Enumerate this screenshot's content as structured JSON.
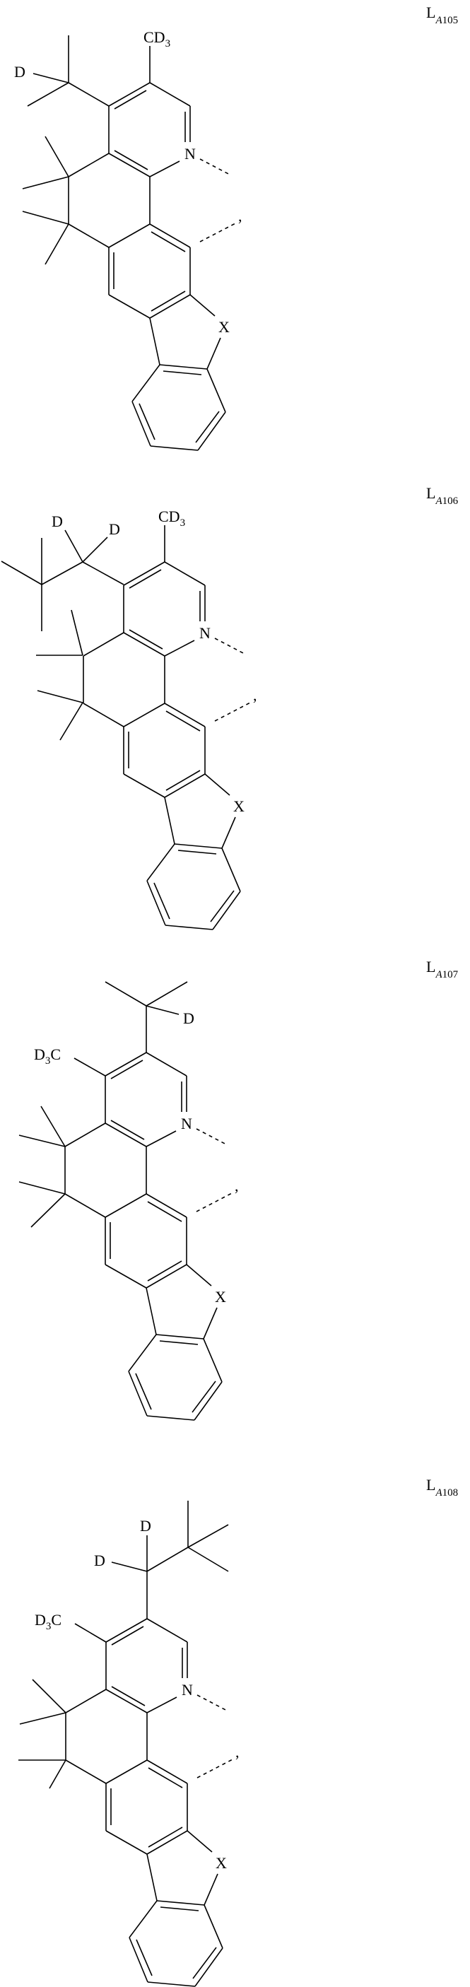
{
  "figure": {
    "type": "chemical-structures",
    "description": "Four deuterated ligand structures (tetramethyl-dihydro benzo-fused aza-aromatic with X heteroatom), each with a coordination bond from N and a cyclometalation bond",
    "ligands": [
      {
        "label_main": "L",
        "label_sub_italic": "A",
        "label_sub_number": "105",
        "substituent_pos3": "CD3",
        "substituent_pos3_text": {
          "main": "CD",
          "sub": "3"
        },
        "substituent_pos4": "isopropyl-d1",
        "substituent_pos4_text": "D"
      },
      {
        "label_main": "L",
        "label_sub_italic": "A",
        "label_sub_number": "106",
        "substituent_pos3": "CD3",
        "substituent_pos3_text": {
          "main": "CD",
          "sub": "3"
        },
        "substituent_pos4": "neopentyl-d2",
        "substituent_pos4_text": [
          "D",
          "D"
        ]
      },
      {
        "label_main": "L",
        "label_sub_italic": "A",
        "label_sub_number": "107",
        "substituent_pos4": "CD3",
        "substituent_pos4_text": {
          "pre": "D",
          "sub": "3",
          "post": "C"
        },
        "substituent_pos3": "isopropyl-d1",
        "substituent_pos3_text": "D"
      },
      {
        "label_main": "L",
        "label_sub_italic": "A",
        "label_sub_number": "108",
        "substituent_pos4": "CD3",
        "substituent_pos4_text": {
          "pre": "D",
          "sub": "3",
          "post": "C"
        },
        "substituent_pos3": "neopentyl-d2",
        "substituent_pos3_text": [
          "D",
          "D"
        ]
      }
    ],
    "atoms": {
      "nitrogen": "N",
      "heteroatom": "X",
      "comma": ","
    }
  }
}
